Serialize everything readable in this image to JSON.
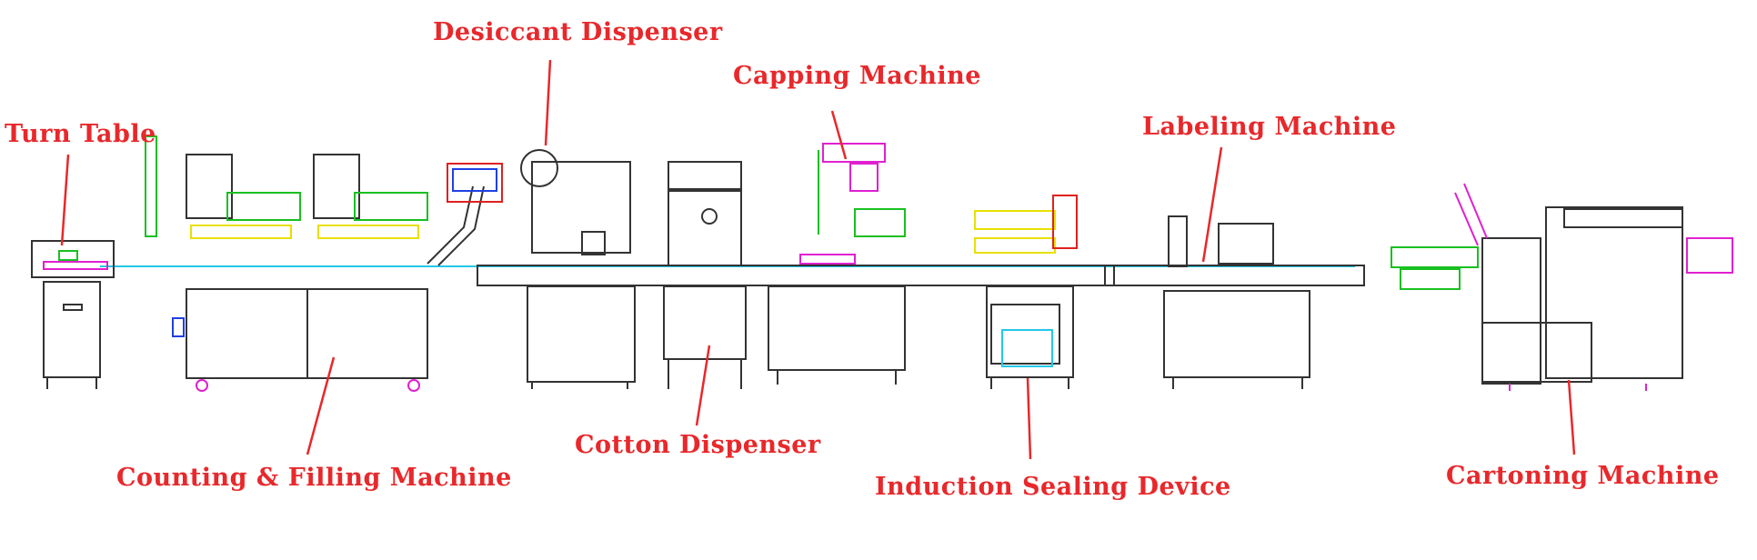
{
  "colors": {
    "label": "#e8282b",
    "line": "#333333",
    "magenta": "#e020d0",
    "green": "#18c020",
    "cyan": "#22c8e8",
    "yellow": "#e8e000",
    "red": "#e02020",
    "blue": "#2040e0"
  },
  "labels": {
    "turn_table": "Turn Table",
    "counting_filling": "Counting & Filling Machine",
    "desiccant": "Desiccant Dispenser",
    "cotton": "Cotton Dispenser",
    "capping": "Capping Machine",
    "induction": "Induction Sealing Device",
    "labeling": "Labeling Machine",
    "cartoning": "Cartoning Machine"
  }
}
